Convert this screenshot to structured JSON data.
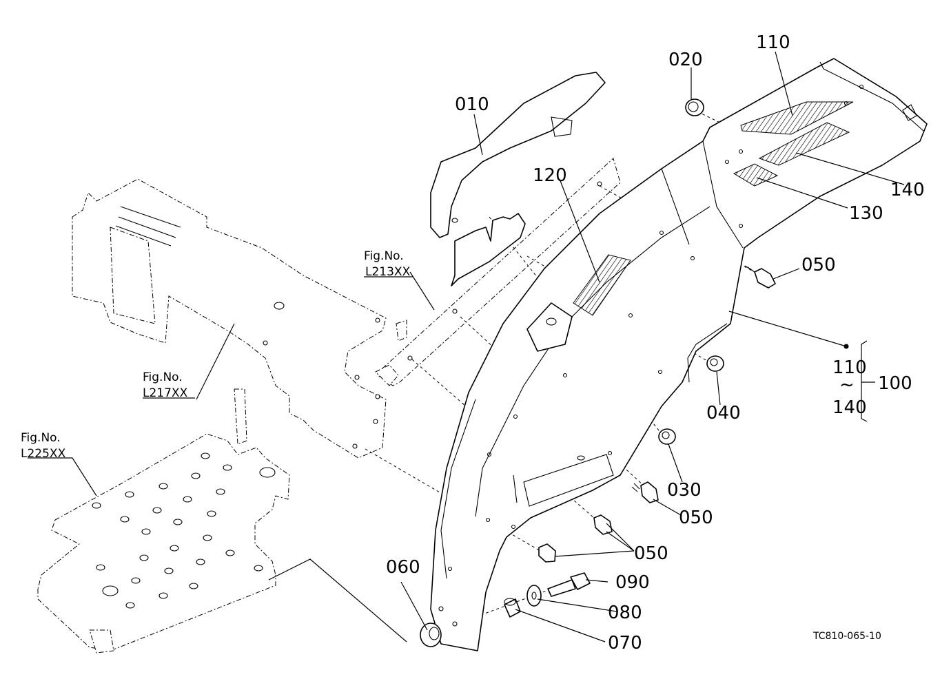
{
  "reference_code": "TC810-065-10",
  "figure_refs": [
    {
      "id": "l213",
      "prefix": "Fig.No.",
      "code": "L213XX"
    },
    {
      "id": "l217",
      "prefix": "Fig.No.",
      "code": "L217XX"
    },
    {
      "id": "l225",
      "prefix": "Fig.No.",
      "code": "L225XX"
    }
  ],
  "parts": [
    {
      "id": "p010",
      "label": "010"
    },
    {
      "id": "p020",
      "label": "020"
    },
    {
      "id": "p030",
      "label": "030"
    },
    {
      "id": "p040",
      "label": "040"
    },
    {
      "id": "p050a",
      "label": "050"
    },
    {
      "id": "p050b",
      "label": "050"
    },
    {
      "id": "p050c",
      "label": "050"
    },
    {
      "id": "p060",
      "label": "060"
    },
    {
      "id": "p070",
      "label": "070"
    },
    {
      "id": "p080",
      "label": "080"
    },
    {
      "id": "p090",
      "label": "090"
    },
    {
      "id": "p110",
      "label": "110"
    },
    {
      "id": "p120",
      "label": "120"
    },
    {
      "id": "p130",
      "label": "130"
    },
    {
      "id": "p140",
      "label": "140"
    }
  ],
  "assembly": {
    "range_start": "110",
    "range_sep": "~",
    "range_end": "140",
    "label": "100"
  }
}
